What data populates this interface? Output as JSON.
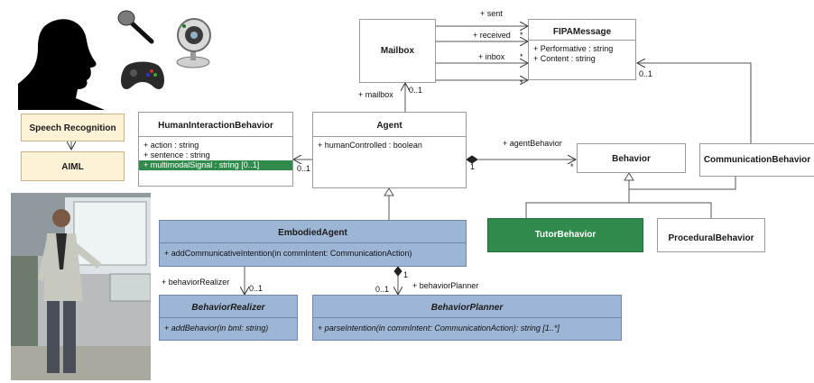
{
  "classes": {
    "mailbox": "Mailbox",
    "fipa": {
      "name": "FIPAMessage",
      "attrs": [
        "+ Performative : string",
        "+ Content : string"
      ]
    },
    "speech": "Speech Recognition",
    "aiml": "AIML",
    "hib": {
      "name": "HumanInteractionBehavior",
      "attrs": [
        "+ action : string",
        "+ sentence : string",
        "+ multimodalSignal : string [0..1]"
      ]
    },
    "agent": {
      "name": "Agent",
      "attrs": [
        "+ humanControlled : boolean"
      ]
    },
    "behavior": "Behavior",
    "commbehavior": "CommunicationBehavior",
    "embodied": {
      "name": "EmbodiedAgent",
      "ops": [
        "+ addCommunicativeIntention(in commIntent: CommunicationAction)"
      ]
    },
    "tutor": "TutorBehavior",
    "procedural": "ProceduralBehavior",
    "realizer": {
      "name": "BehaviorRealizer",
      "ops": [
        "+ addBehavior(in bml: string)"
      ]
    },
    "planner": {
      "name": "BehaviorPlanner",
      "ops": [
        "+ parseIntention(in commIntent: CommunicationAction): string [1..*]"
      ]
    }
  },
  "labels": {
    "sent": "+ sent",
    "received": "+ received",
    "inbox": "+ inbox",
    "star1": "*",
    "star2": "*",
    "star3": "*",
    "mult01_fipa": "0..1",
    "mailbox_role": "+ mailbox",
    "mult01_mailbox": "0..1",
    "agentBehavior": "+ agentBehavior",
    "mult1_agent": "1",
    "star_behavior": "*",
    "mult01_hib": "0..1",
    "behaviorRealizer": "+ behaviorRealizer",
    "mult01_realizer": "0..1",
    "mult1_planner": "1",
    "mult01_planner": "0..1",
    "behaviorPlanner": "+ behaviorPlanner"
  },
  "images": {
    "head": "head-silhouette",
    "mic": "microphone",
    "webcam": "webcam",
    "gamepad": "gamepad",
    "avatar": "virtual-agent-avatar"
  },
  "colors": {
    "beige": "#fdf2d6",
    "blue": "#9db6d6",
    "green": "#2f8a4c",
    "highlight": "#2f8a4c"
  }
}
